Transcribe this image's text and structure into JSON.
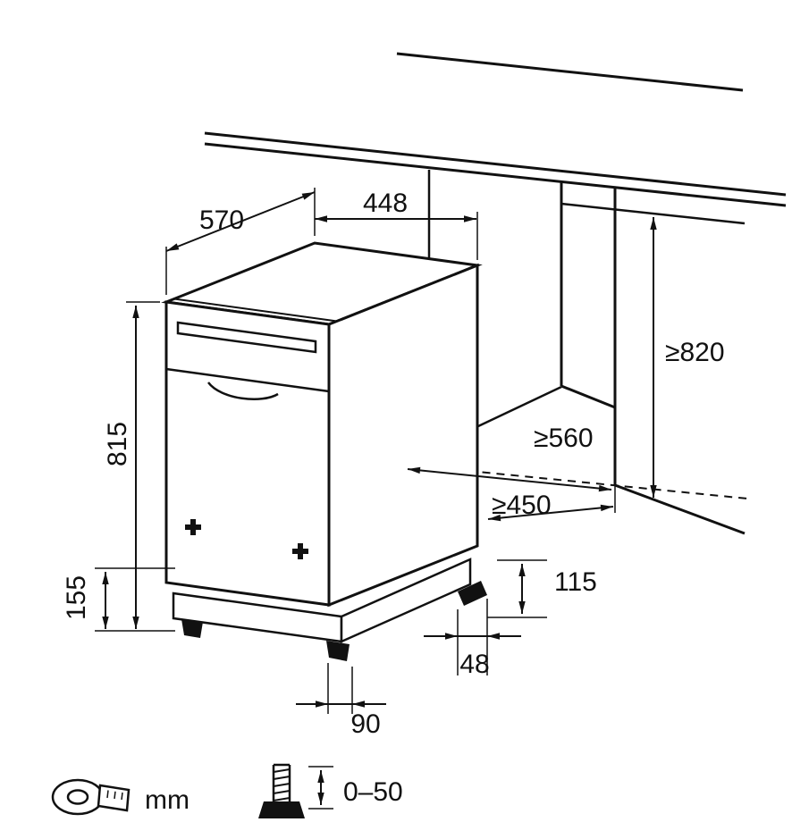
{
  "colors": {
    "ink": "#111111",
    "paper": "#ffffff"
  },
  "legend": {
    "unit_label": "mm",
    "unit_icon": "measuring-tape-icon",
    "adjust_label": "0–50",
    "adjust_icon": "adjustable-foot-icon"
  },
  "dims": {
    "top_width": "448",
    "top_depth": "570",
    "body_height": "815",
    "plinth_height": "155",
    "niche_height": "≥820",
    "niche_depth": "≥560",
    "niche_width": "≥450",
    "foot_height": "115",
    "rear_foot_inset": "48",
    "front_foot_inset": "90"
  }
}
